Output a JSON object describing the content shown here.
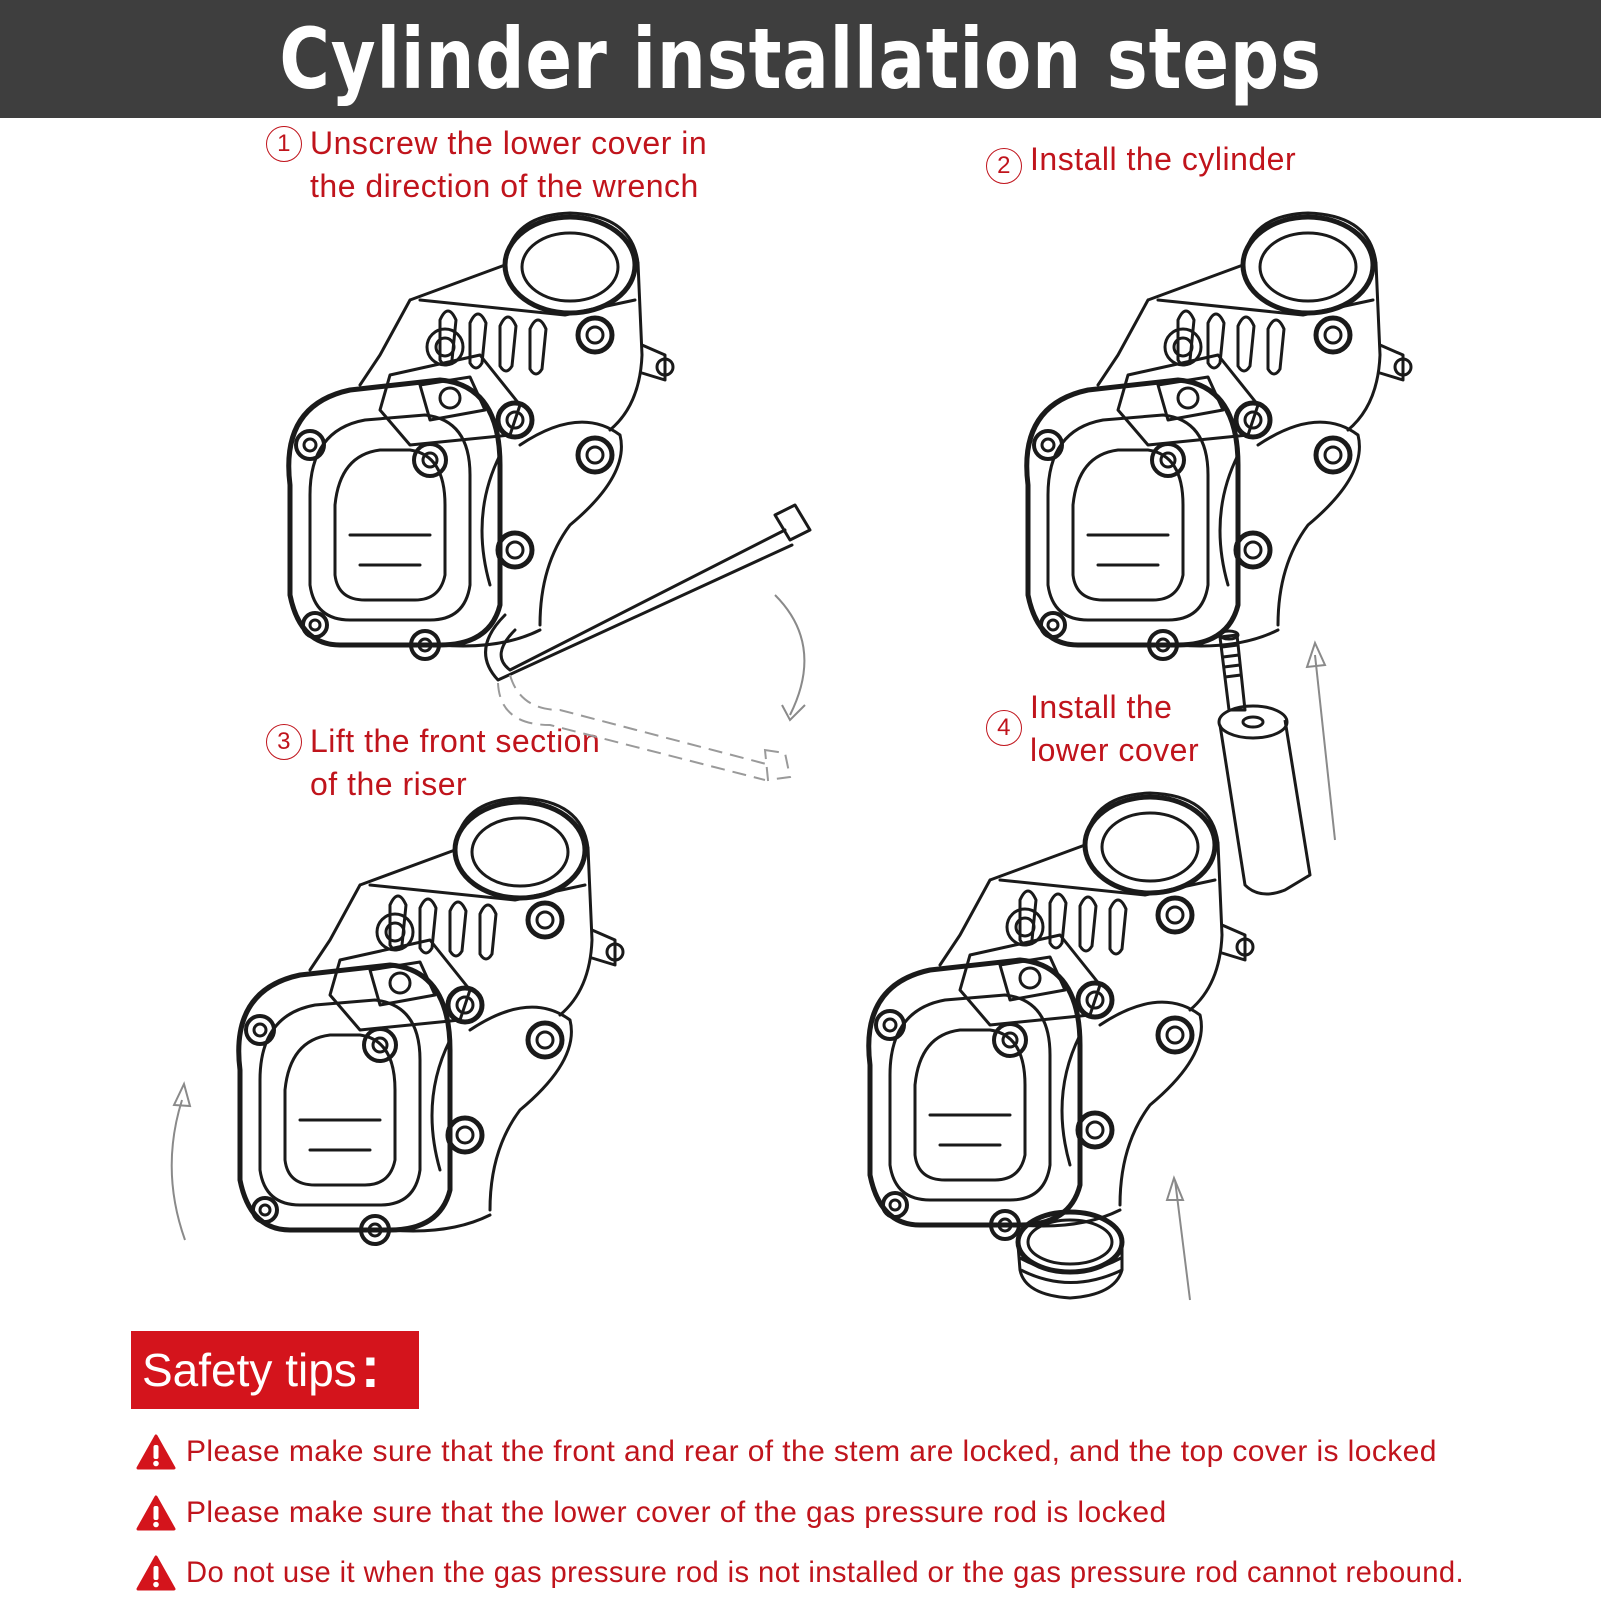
{
  "header": {
    "title": "Cylinder installation steps"
  },
  "steps": [
    {
      "number": "1",
      "lines": [
        "Unscrew the lower cover in",
        "the direction of the wrench"
      ]
    },
    {
      "number": "2",
      "lines": [
        "Install the cylinder"
      ]
    },
    {
      "number": "3",
      "lines": [
        "Lift the front section",
        "of the riser"
      ]
    },
    {
      "number": "4",
      "lines": [
        "Install the",
        "lower cover"
      ]
    }
  ],
  "safety": {
    "label": "Safety tips",
    "colon": ":",
    "tips": [
      "Please make sure that the front and rear of the stem are locked, and the top cover is locked",
      "Please make sure that the lower cover of the gas pressure rod is locked",
      "Do not use it when the gas pressure rod is not installed or the gas pressure rod cannot rebound."
    ]
  },
  "colors": {
    "header_bg": "#3e3e3e",
    "accent_red": "#c0141c",
    "safety_bg": "#d4141c",
    "line_art": "#1a1a1a"
  },
  "icons": [
    "warning-triangle-icon",
    "circled-number-icon",
    "hex-wrench-icon",
    "arrow-icon"
  ]
}
